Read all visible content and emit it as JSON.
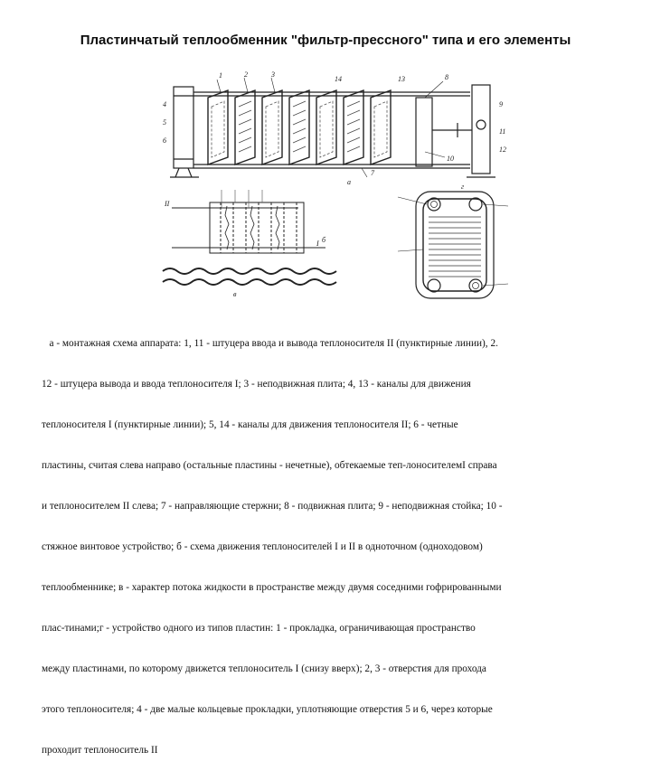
{
  "title": "Пластинчатый теплообменник \"фильтр-прессного\" типа и его элементы",
  "figure": {
    "labels": {
      "view_a": "a",
      "view_b": "б",
      "view_v": "в",
      "view_g": "г",
      "stream_2": "II",
      "stream_1": "I",
      "num_1": "1",
      "num_2": "2",
      "num_3": "3",
      "num_4": "4",
      "num_5": "5",
      "num_6": "6",
      "num_7": "7",
      "num_8": "8",
      "num_9": "9",
      "num_10": "10",
      "num_11": "11",
      "num_12": "12",
      "num_13": "13",
      "num_14": "14"
    }
  },
  "caption": {
    "lines": [
      "   а - монтажная схема аппарата: 1, 11 - штуцера ввода и вывода теплоносителя II (пунктирные линии), 2.",
      "12 - штуцера вывода и ввода теплоносителя I; 3 - неподвижная плита; 4, 13 - каналы для движения",
      "теплоносителя I (пунктирные линии); 5, 14 - каналы для движения теплоносителя II; 6 - четные",
      "пластины, считая слева направо (остальные пластины - нечетные), обтекаемые теп-лоносителемI справа",
      "и теплоносителем II слева; 7 - направляющие стержни; 8 - подвижная плита; 9 - неподвижная стойка; 10 -",
      "стяжное винтовое устройство; б - схема движения теплоносителей I и II в одноточном (одноходовом)",
      "теплообменнике; в - характер потока жидкости в пространстве между двумя соседними гофрированными",
      "плас-тинами;г - устройство одного из типов пластин: 1 - прокладка, ограничивающая пространство",
      "между пластинами, по которому движется теплоноситель I (снизу вверх); 2, 3 - отверстия для прохода",
      "этого теплоносителя; 4 - две малые кольцевые прокладки, уплотняющие отверстия 5 и 6, через которые",
      "проходит теплоноситель II"
    ]
  }
}
